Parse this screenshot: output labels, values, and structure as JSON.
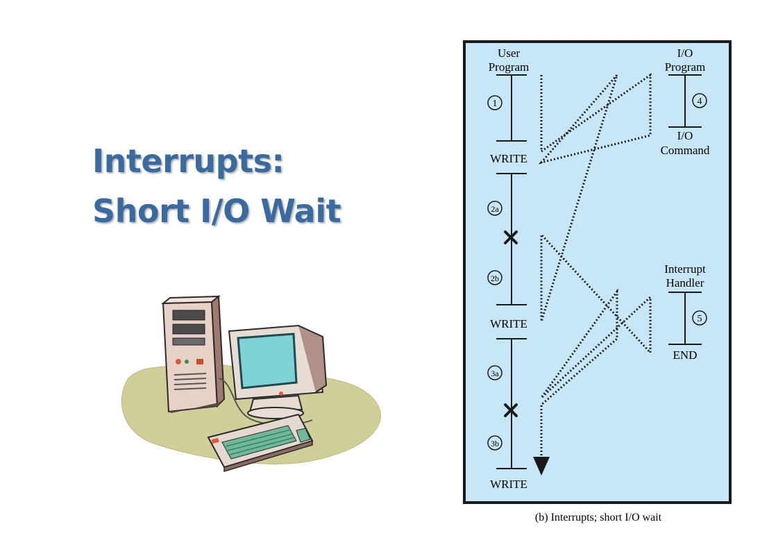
{
  "slide": {
    "title_line1": "Interrupts:",
    "title_line2": "Short I/O Wait"
  },
  "diagram": {
    "user_program_label": [
      "User",
      "Program"
    ],
    "io_program_label": [
      "I/O",
      "Program"
    ],
    "io_command_label": [
      "I/O",
      "Command"
    ],
    "interrupt_handler_label": [
      "Interrupt",
      "Handler"
    ],
    "end_label": "END",
    "write_label": "WRITE",
    "steps": {
      "s1": "1",
      "s2a": "2a",
      "s2b": "2b",
      "s3a": "3a",
      "s3b": "3b",
      "s4": "4",
      "s5": "5"
    },
    "caption": "(b) Interrupts; short I/O wait",
    "colors": {
      "background": "#c7e6f7",
      "border": "#1a1a1a",
      "line": "#1a1a1a"
    }
  },
  "icons": {
    "computer": "desktop-computer-icon",
    "cross": "x-mark-icon"
  }
}
